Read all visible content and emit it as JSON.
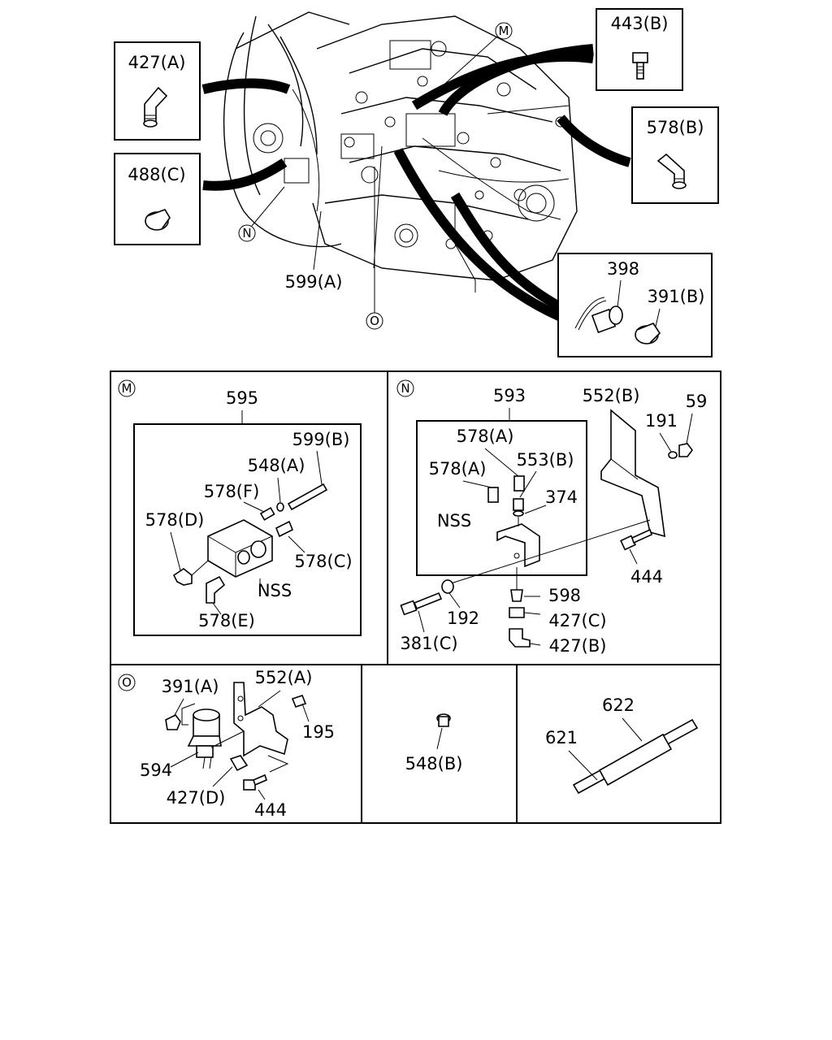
{
  "labels": {
    "l427a": "427(A)",
    "l488c": "488(C)",
    "l443b": "443(B)",
    "l578b": "578(B)",
    "l398": "398",
    "l391b": "391(B)",
    "l599a": "599(A)",
    "cN": "N",
    "cO": "O",
    "cM": "M",
    "mM": "M",
    "m595": "595",
    "m599b": "599(B)",
    "m548a": "548(A)",
    "m578f": "578(F)",
    "m578d": "578(D)",
    "m578c": "578(C)",
    "mNSS": "NSS",
    "m578e": "578(E)",
    "nN": "N",
    "n593": "593",
    "n552b": "552(B)",
    "n191": "191",
    "n59": "59",
    "n578a1": "578(A)",
    "n578a2": "578(A)",
    "n553b": "553(B)",
    "n374": "374",
    "nNSS": "NSS",
    "n444": "444",
    "n598": "598",
    "n192": "192",
    "n427c": "427(C)",
    "n381c": "381(C)",
    "n427b": "427(B)",
    "oO": "O",
    "o391a": "391(A)",
    "o552a": "552(A)",
    "o195": "195",
    "o594": "594",
    "o427d": "427(D)",
    "o444": "444",
    "p548b": "548(B)",
    "q622": "622",
    "q621": "621"
  }
}
